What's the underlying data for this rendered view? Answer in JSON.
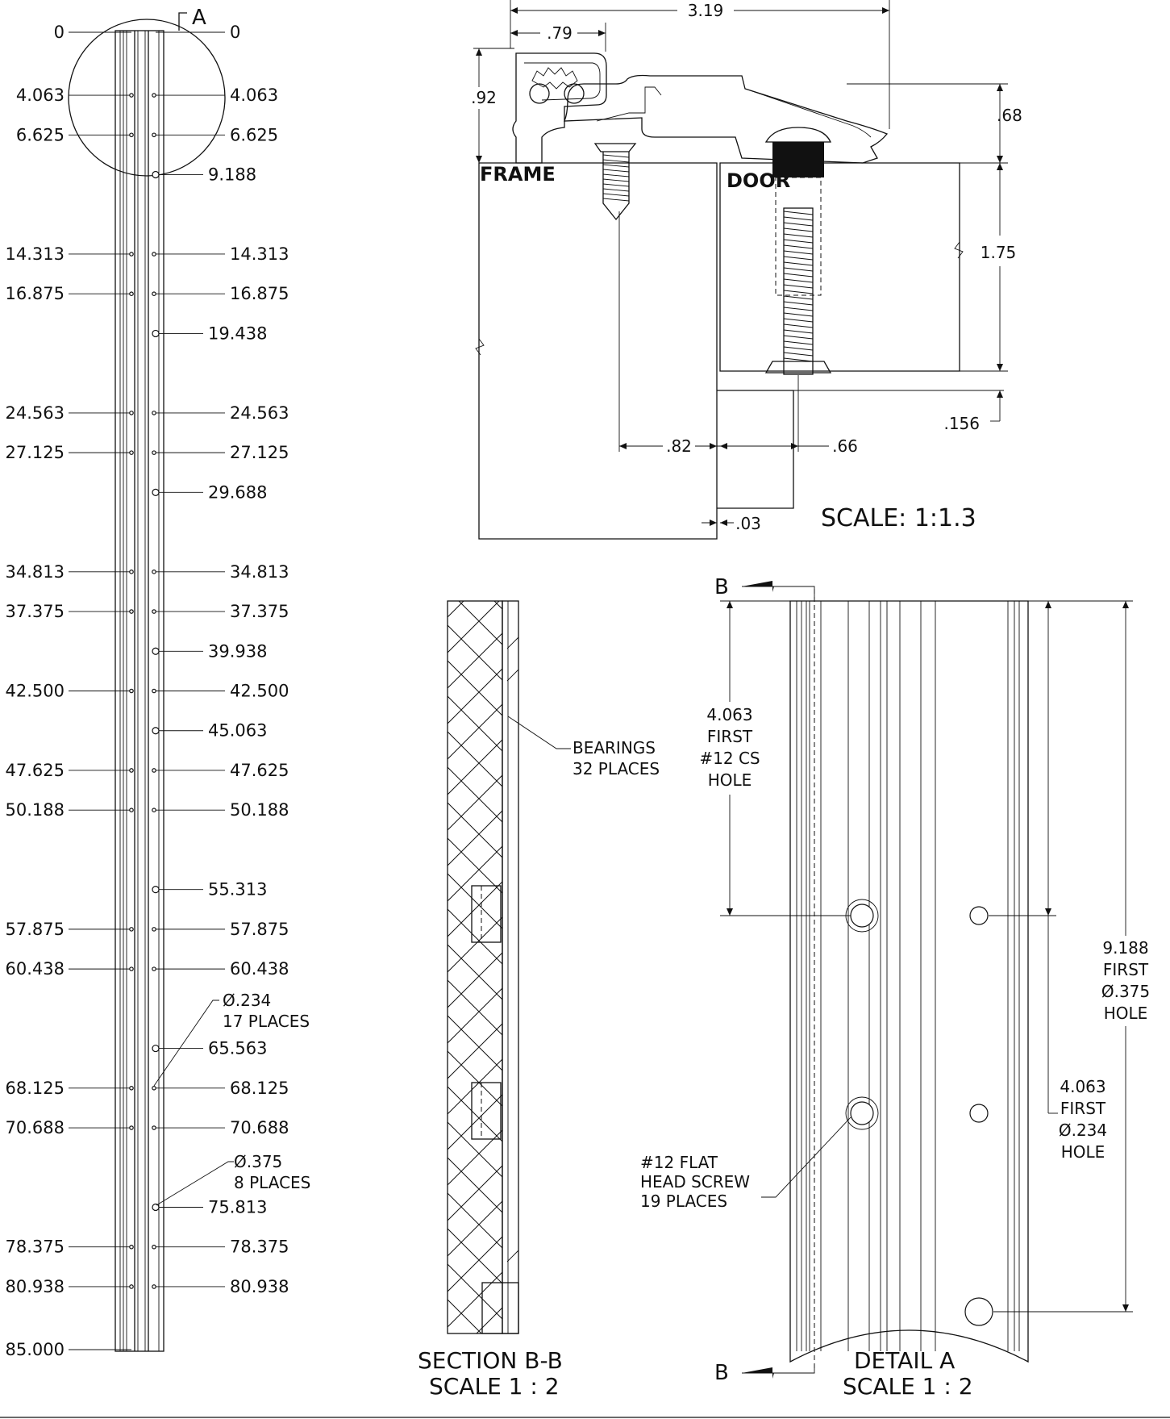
{
  "strip": {
    "left_labels": [
      "0",
      "4.063",
      "6.625",
      "14.313",
      "16.875",
      "24.563",
      "27.125",
      "34.813",
      "37.375",
      "42.500",
      "47.625",
      "50.188",
      "57.875",
      "60.438",
      "68.125",
      "70.688",
      "78.375",
      "80.938",
      "85.000"
    ],
    "right_labels": [
      "0",
      "4.063",
      "6.625",
      "9.188",
      "14.313",
      "16.875",
      "19.438",
      "24.563",
      "27.125",
      "29.688",
      "34.813",
      "37.375",
      "39.938",
      "42.500",
      "45.063",
      "47.625",
      "50.188",
      "55.313",
      "57.875",
      "60.438",
      "65.563",
      "68.125",
      "70.688",
      "75.813",
      "78.375",
      "80.938"
    ],
    "detail_marker": "A",
    "callout_small": [
      "Ø.234",
      "17 PLACES"
    ],
    "callout_large": [
      "Ø.375",
      "8 PLACES"
    ]
  },
  "plan": {
    "dim_overall": "3.19",
    "dim_knuckle": ".79",
    "dim_height": ".92",
    "dim_leaf": ".68",
    "dim_door": "1.75",
    "dim_gap_bottom": ".156",
    "dim_frame_offset": ".82",
    "dim_door_offset": ".66",
    "dim_clearance": ".03",
    "label_frame": "FRAME",
    "label_door": "DOOR",
    "scale": "SCALE: 1:1.3"
  },
  "section": {
    "callout": [
      "BEARINGS",
      "32 PLACES"
    ],
    "title": "SECTION B-B",
    "scale": "SCALE 1 : 2"
  },
  "detail": {
    "marker": "B",
    "dim_left": [
      "4.063",
      "FIRST",
      "#12 CS",
      "HOLE"
    ],
    "dim_right_long": [
      "9.188",
      "FIRST",
      "Ø.375",
      "HOLE"
    ],
    "dim_right_short": [
      "4.063",
      "FIRST",
      "Ø.234",
      "HOLE"
    ],
    "callout": [
      "#12 FLAT",
      "HEAD SCREW",
      "19 PLACES"
    ],
    "title": "DETAIL A",
    "scale": "SCALE 1 : 2"
  }
}
